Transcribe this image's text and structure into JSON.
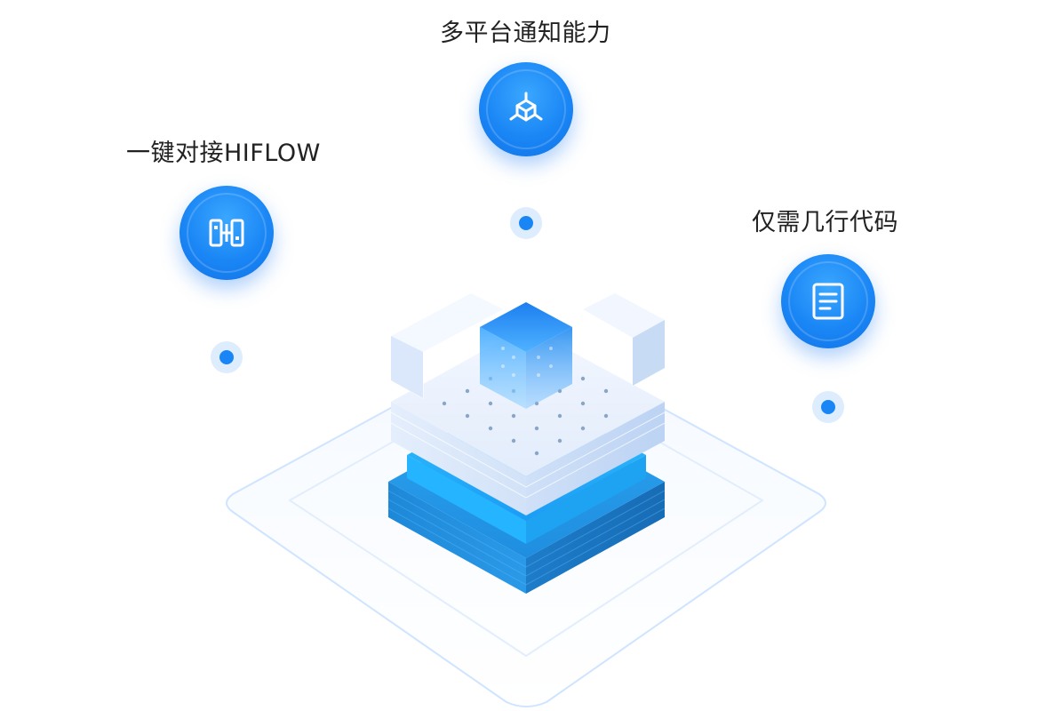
{
  "features": [
    {
      "id": "hiflow",
      "label": "一键对接HIFLOW",
      "icon": "connector-icon"
    },
    {
      "id": "multi",
      "label": "多平台通知能力",
      "icon": "cube-network-icon"
    },
    {
      "id": "code",
      "label": "仅需几行代码",
      "icon": "document-icon"
    }
  ],
  "colors": {
    "primary": "#1a86f5",
    "primary_light": "#3aa7ff",
    "text": "#222222",
    "outline": "#cfe4ff"
  }
}
